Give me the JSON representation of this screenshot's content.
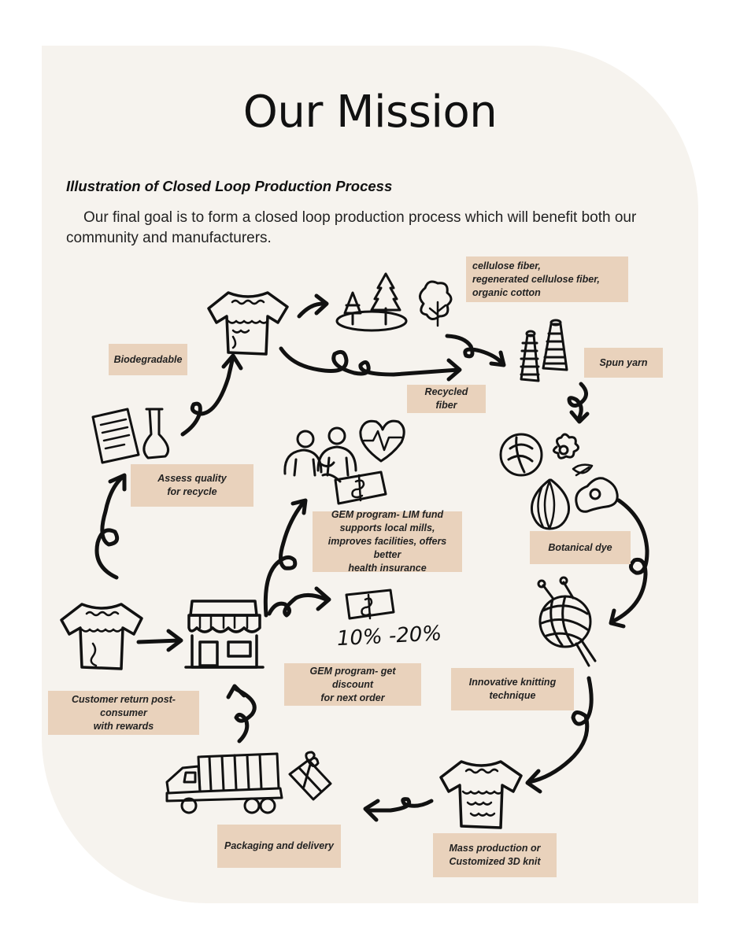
{
  "title": "Our Mission",
  "subtitle": "Illustration of Closed Loop Production Process",
  "intro": "Our final goal is to form a closed loop production process which will benefit both our community and manufacturers.",
  "labels": {
    "cellulose": "cellulose fiber,\nregenerated cellulose fiber,\norganic cotton",
    "spun_yarn": "Spun yarn",
    "recycled_fiber": "Recycled fiber",
    "biodegradable": "Biodegradable",
    "assess_quality": "Assess quality\nfor recycle",
    "gem_lim_fund": "GEM program- LIM fund\nsupports local mills,\nimproves facilities, offers better\nhealth insurance",
    "botanical_dye": "Botanical dye",
    "gem_discount": "GEM program- get discount\nfor next order",
    "innovative_knitting": "Innovative knitting\ntechnique",
    "customer_return": "Customer return post-consumer\nwith rewards",
    "mass_production": "Mass production or\nCustomized 3D knit",
    "packaging_delivery": "Packaging and delivery"
  },
  "handwritten": {
    "discount_range": "10% -20%",
    "dollar_sign": "$"
  },
  "colors": {
    "panel": "#f6f3ee",
    "label_bg": "#e9d2bc",
    "ink": "#111111"
  }
}
